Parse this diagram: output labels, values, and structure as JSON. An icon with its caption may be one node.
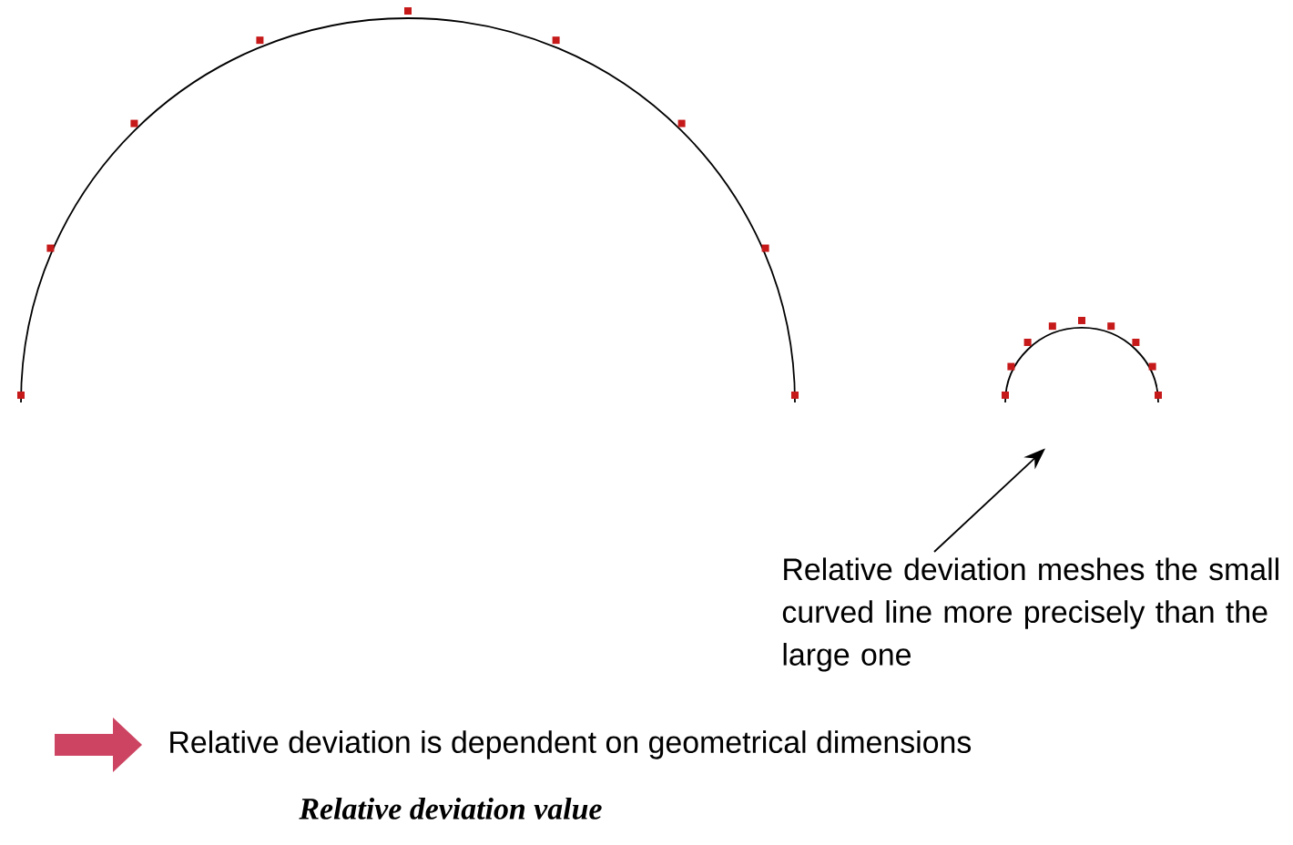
{
  "diagram": {
    "caption": "Relative deviation value",
    "nodes": [
      {
        "text": [
          "Relative deviation meshes the small curved line more precisely than the large one"
        ]
      },
      {
        "text": [],
        "shape": "arc"
      }
    ],
    "edges": [
      {
        "from": 0,
        "to": 1,
        "arrow": "to"
      }
    ],
    "legend": [
      {
        "text": "Relative deviation is dependent on geometrical dimensions"
      }
    ]
  }
}
